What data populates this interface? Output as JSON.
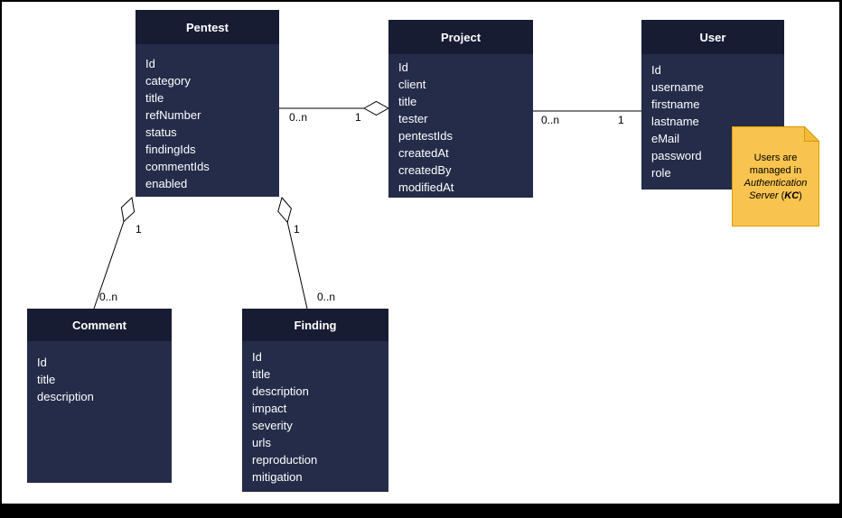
{
  "diagram": {
    "entities": [
      {
        "title": "Pentest",
        "fields": [
          "Id",
          "category",
          "title",
          "refNumber",
          "status",
          "findingIds",
          "commentIds",
          "enabled"
        ]
      },
      {
        "title": "Project",
        "fields": [
          "Id",
          "client",
          "title",
          "tester",
          "pentestIds",
          "createdAt",
          "createdBy",
          "modifiedAt"
        ]
      },
      {
        "title": "User",
        "fields": [
          "Id",
          "username",
          "firstname",
          "lastname",
          "eMail",
          "password",
          "role"
        ]
      },
      {
        "title": "Comment",
        "fields": [
          "Id",
          "title",
          "description"
        ]
      },
      {
        "title": "Finding",
        "fields": [
          "Id",
          "title",
          "description",
          "impact",
          "severity",
          "urls",
          "reproduction",
          "mitigation"
        ]
      }
    ],
    "relations": [
      {
        "from": "Pentest",
        "to": "Project",
        "from_label": "0..n",
        "to_label": "1",
        "aggregation_diamond_at": "Project"
      },
      {
        "from": "Project",
        "to": "User",
        "from_label": "0..n",
        "to_label": "1",
        "aggregation_diamond_at": null
      },
      {
        "from": "Pentest",
        "to": "Comment",
        "from_label": "1",
        "to_label": "0..n",
        "aggregation_diamond_at": "Pentest"
      },
      {
        "from": "Pentest",
        "to": "Finding",
        "from_label": "1",
        "to_label": "0..n",
        "aggregation_diamond_at": "Pentest"
      }
    ],
    "note": {
      "prefix": "Users are managed in ",
      "italic": "Authentication Server",
      "mid": " (",
      "bold": "KC",
      "suffix": ")"
    }
  },
  "colors": {
    "entity_header": "#171c33",
    "entity_body": "#242c49",
    "entity_text": "#ffffff",
    "note_fill": "#f8c44f",
    "note_border": "#d79b00",
    "line": "#000000",
    "canvas": "#ffffff",
    "frame_border": "#000000"
  }
}
